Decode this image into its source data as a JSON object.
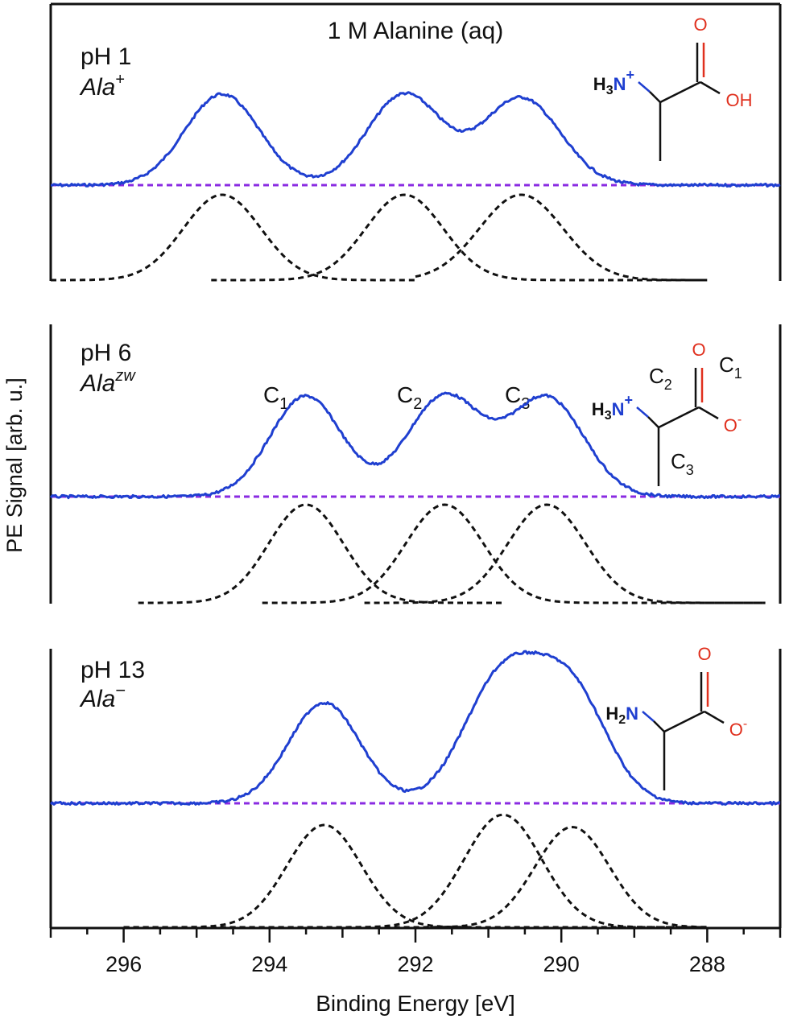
{
  "chart_data": {
    "type": "line",
    "title": "1 M Alanine (aq)",
    "xlabel": "Binding Energy [eV]",
    "ylabel": "PE Signal [arb. u.]",
    "xlim": [
      297,
      287
    ],
    "x_reversed": true,
    "x_ticks": [
      296,
      294,
      292,
      290,
      288
    ],
    "x_tick_labels": [
      "296",
      "294",
      "292",
      "290",
      "288"
    ],
    "grid": false,
    "legend": "none",
    "colors": {
      "measured": "#1f3fd0",
      "baseline": "#8a2be2",
      "fit": "#111111",
      "nitrogen": "#1f3fd0",
      "oxygen": "#e0301e",
      "carbon": "#111111"
    },
    "panels": [
      {
        "label": "pH 1",
        "species_base": "Ala",
        "species_sup": "+",
        "measured_peaks": [
          {
            "center": 294.65,
            "height": 1.0,
            "fwhm": 1.2
          },
          {
            "center": 292.15,
            "height": 1.0,
            "fwhm": 1.2
          },
          {
            "center": 290.55,
            "height": 0.96,
            "fwhm": 1.25
          }
        ],
        "fit_components": [
          {
            "center": 294.65,
            "height": 1.0,
            "fwhm": 1.25,
            "xrange": [
              297.0,
              292.0
            ]
          },
          {
            "center": 292.15,
            "height": 1.0,
            "fwhm": 1.25,
            "xrange": [
              294.8,
              288.0
            ]
          },
          {
            "center": 290.55,
            "height": 1.0,
            "fwhm": 1.35,
            "xrange": [
              292.0,
              288.0
            ]
          }
        ],
        "molecule": {
          "amine": [
            "H",
            "3",
            "N",
            "+"
          ],
          "acid": [
            "O",
            "OH"
          ],
          "carbon_labels": []
        }
      },
      {
        "label": "pH 6",
        "species_base": "Ala",
        "species_sup": "zw",
        "peak_labels": [
          {
            "text": "C",
            "sub": "1",
            "x": 294.0
          },
          {
            "text": "C",
            "sub": "2",
            "x": 292.0
          },
          {
            "text": "C",
            "sub": "3",
            "x": 290.5
          }
        ],
        "measured_peaks": [
          {
            "center": 293.5,
            "height": 1.0,
            "fwhm": 1.15
          },
          {
            "center": 291.6,
            "height": 1.0,
            "fwhm": 1.2
          },
          {
            "center": 290.2,
            "height": 0.98,
            "fwhm": 1.2
          }
        ],
        "fit_components": [
          {
            "center": 293.5,
            "height": 1.0,
            "fwhm": 1.2,
            "xrange": [
              295.8,
              290.8
            ]
          },
          {
            "center": 291.6,
            "height": 1.0,
            "fwhm": 1.25,
            "xrange": [
              294.1,
              287.2
            ]
          },
          {
            "center": 290.2,
            "height": 1.0,
            "fwhm": 1.25,
            "xrange": [
              292.7,
              287.2
            ]
          }
        ],
        "molecule": {
          "amine": [
            "H",
            "3",
            "N",
            "+"
          ],
          "acid": [
            "O",
            "O",
            "-"
          ],
          "carbon_labels": [
            [
              "C",
              "2"
            ],
            [
              "C",
              "1"
            ],
            [
              "C",
              "3"
            ]
          ]
        }
      },
      {
        "label": "pH 13",
        "species_base": "Ala",
        "species_sup": "−",
        "measured_peaks": [
          {
            "center": 293.25,
            "height": 1.0,
            "fwhm": 1.15
          },
          {
            "center": 290.8,
            "height": 1.25,
            "fwhm": 1.25
          },
          {
            "center": 289.85,
            "height": 1.05,
            "fwhm": 1.15
          }
        ],
        "fit_components": [
          {
            "center": 293.25,
            "height": 1.0,
            "fwhm": 1.2,
            "xrange": [
              296.0,
              288.0
            ]
          },
          {
            "center": 290.8,
            "height": 1.1,
            "fwhm": 1.25,
            "xrange": [
              296.0,
              288.0
            ]
          },
          {
            "center": 289.85,
            "height": 0.98,
            "fwhm": 1.2,
            "xrange": [
              296.0,
              288.0
            ]
          }
        ],
        "molecule": {
          "amine": [
            "H",
            "2",
            "N",
            ""
          ],
          "acid": [
            "O",
            "O",
            "-"
          ],
          "carbon_labels": []
        }
      }
    ]
  }
}
